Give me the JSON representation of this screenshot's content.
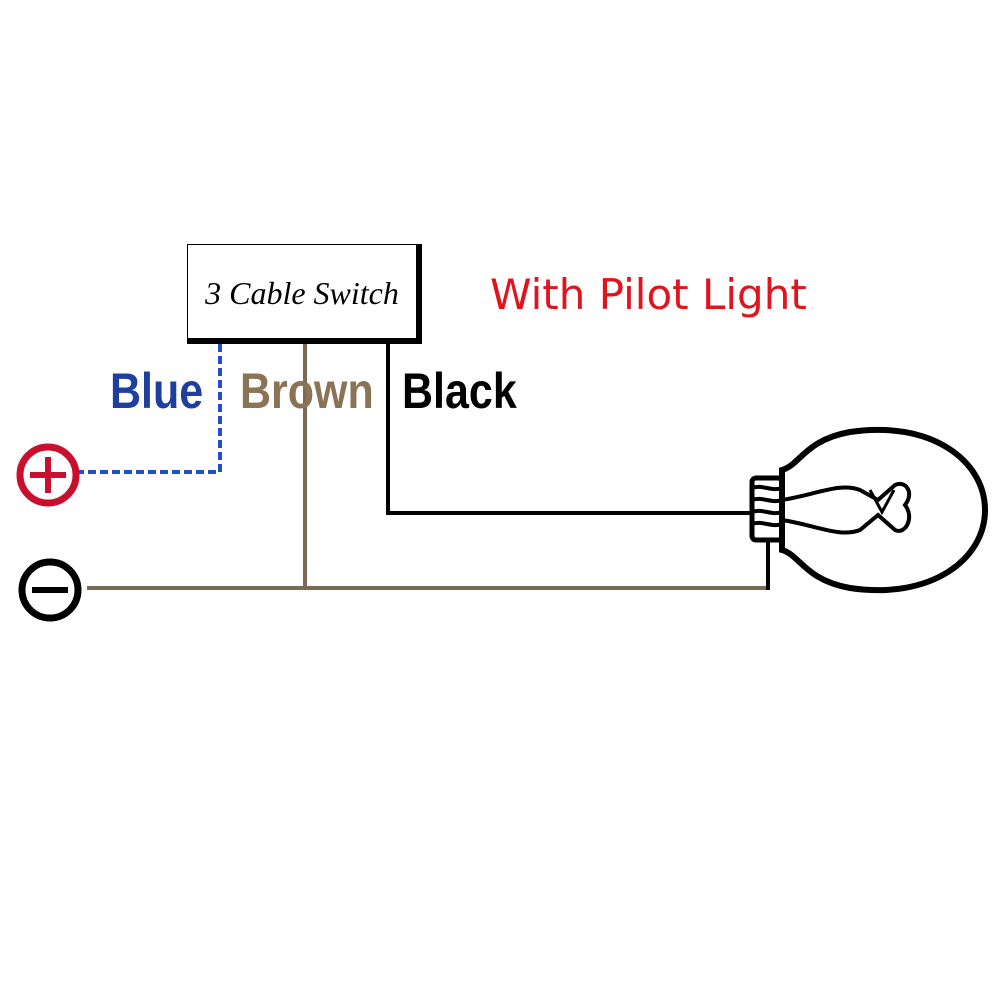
{
  "title": "With Pilot Light",
  "switch": {
    "label": "3 Cable Switch"
  },
  "wires": [
    {
      "name": "Blue",
      "color": "#1f3f9e"
    },
    {
      "name": "Brown",
      "color": "#8b7355"
    },
    {
      "name": "Black",
      "color": "#000000"
    }
  ],
  "colors": {
    "title": "#e0141e",
    "plus_terminal": "#c8102e",
    "minus_terminal": "#000000",
    "ground_wire": "#7a6a55",
    "brown_wire": "#7a6a55"
  },
  "terminals": {
    "positive": "plus-icon",
    "negative": "minus-icon"
  },
  "bulb": {
    "icon": "light-bulb-icon"
  }
}
